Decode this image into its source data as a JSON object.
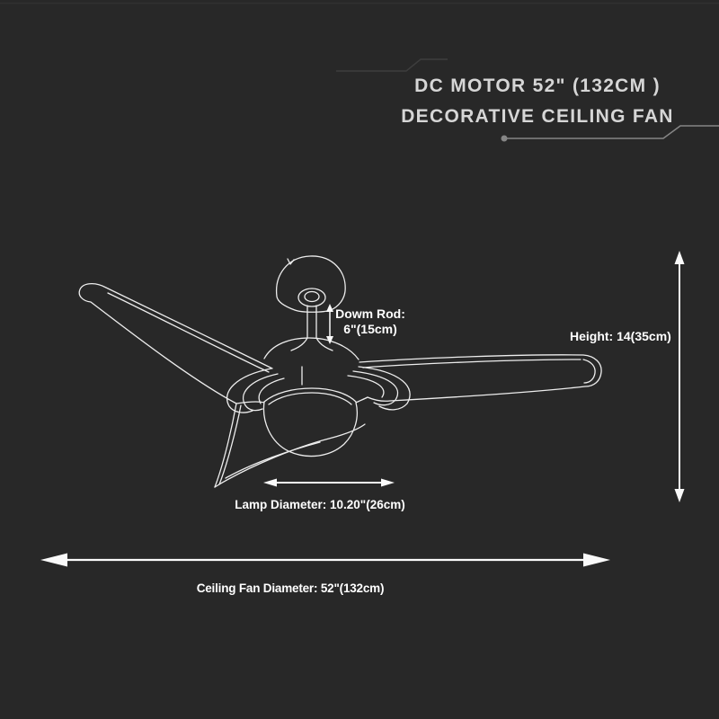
{
  "title": {
    "line1": "DC MOTOR 52\" (132CM )",
    "line2": "DECORATIVE CEILING FAN"
  },
  "dimensions": {
    "down_rod": {
      "label": "Dowm Rod:",
      "value": "6\"(15cm)"
    },
    "height": {
      "label": "Height: 14(35cm)"
    },
    "lamp_diameter": {
      "label": "Lamp Diameter: 10.20\"(26cm)"
    },
    "fan_diameter": {
      "label": "Ceiling Fan Diameter: 52\"(132cm)"
    }
  },
  "diagram": {
    "subject": "3-blade decorative ceiling fan with light kit, white line drawing",
    "icons": {
      "down_rod_arrow": "vertical-double-arrow",
      "height_arrow": "vertical-double-arrow",
      "lamp_diameter_arrow": "horizontal-double-arrow",
      "fan_diameter_arrow": "horizontal-double-arrow"
    }
  },
  "colors": {
    "background": "#282828",
    "drawing_line": "#ededed",
    "label_text": "#ffffff",
    "title_text": "#d6d6d6",
    "circuit_line_bright": "#868686",
    "circuit_line_dim": "#3d3d3d"
  }
}
